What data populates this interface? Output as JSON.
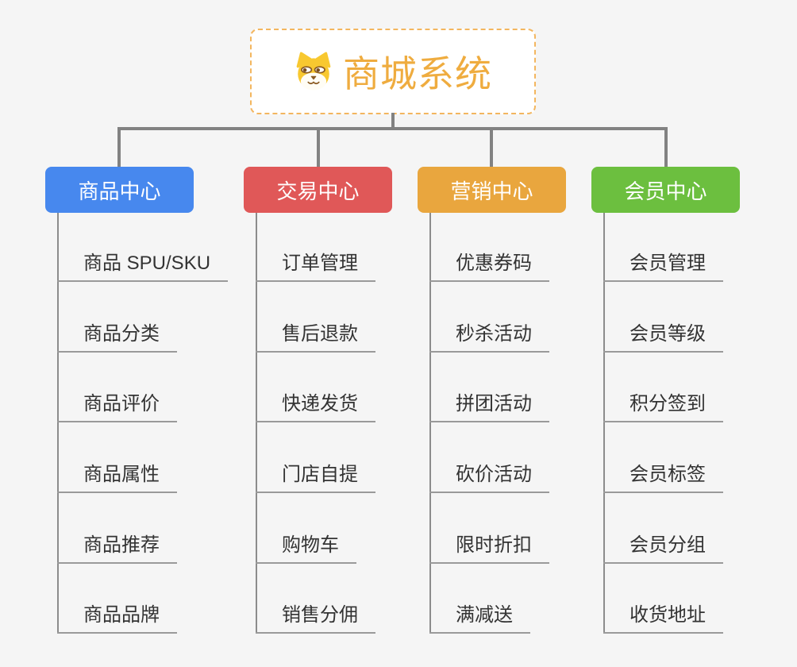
{
  "root": {
    "title": "商城系统",
    "icon": "shiba-dog-icon",
    "title_color": "#efac3f",
    "border_color": "#f3b65f"
  },
  "palette": {
    "background": "#f5f5f5",
    "connector_gray": "#828282",
    "subline_gray": "#9a9a9a",
    "text_dark": "#333333"
  },
  "branches": [
    {
      "label": "商品中心",
      "color": "#4788ee",
      "items": [
        "商品 SPU/SKU",
        "商品分类",
        "商品评价",
        "商品属性",
        "商品推荐",
        "商品品牌"
      ]
    },
    {
      "label": "交易中心",
      "color": "#e05858",
      "items": [
        "订单管理",
        "售后退款",
        "快递发货",
        "门店自提",
        "购物车",
        "销售分佣"
      ]
    },
    {
      "label": "营销中心",
      "color": "#e9a63e",
      "items": [
        "优惠券码",
        "秒杀活动",
        "拼团活动",
        "砍价活动",
        "限时折扣",
        "满减送"
      ]
    },
    {
      "label": "会员中心",
      "color": "#6cbf3f",
      "items": [
        "会员管理",
        "会员等级",
        "积分签到",
        "会员标签",
        "会员分组",
        "收货地址"
      ]
    }
  ]
}
